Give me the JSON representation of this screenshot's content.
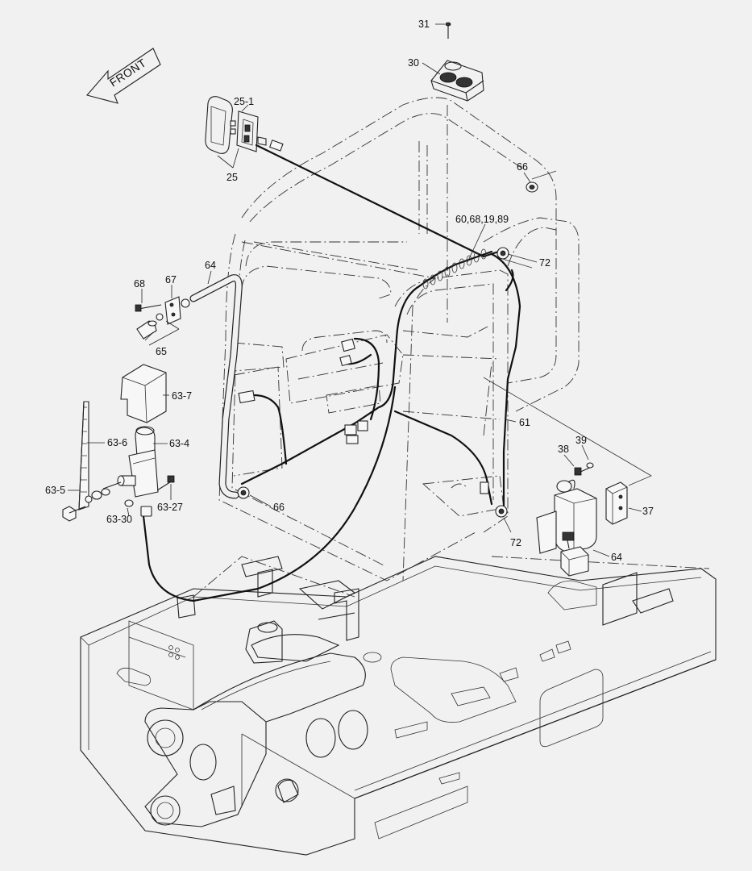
{
  "front_label": "FRONT",
  "callouts": [
    {
      "id": "c31",
      "text": "31"
    },
    {
      "id": "c30",
      "text": "30"
    },
    {
      "id": "c25-1",
      "text": "25-1"
    },
    {
      "id": "c25",
      "text": "25"
    },
    {
      "id": "c66a",
      "text": "66"
    },
    {
      "id": "c60",
      "text": "60,68,19,89"
    },
    {
      "id": "c72a",
      "text": "72"
    },
    {
      "id": "c64a",
      "text": "64"
    },
    {
      "id": "c68",
      "text": "68"
    },
    {
      "id": "c67",
      "text": "67"
    },
    {
      "id": "c65",
      "text": "65"
    },
    {
      "id": "c63-7",
      "text": "63-7"
    },
    {
      "id": "c63-6",
      "text": "63-6"
    },
    {
      "id": "c63-4",
      "text": "63-4"
    },
    {
      "id": "c63-5",
      "text": "63-5"
    },
    {
      "id": "c63-27",
      "text": "63-27"
    },
    {
      "id": "c63-30",
      "text": "63-30"
    },
    {
      "id": "c66b",
      "text": "66"
    },
    {
      "id": "c61",
      "text": "61"
    },
    {
      "id": "c38",
      "text": "38"
    },
    {
      "id": "c39",
      "text": "39"
    },
    {
      "id": "c37",
      "text": "37"
    },
    {
      "id": "c72b",
      "text": "72"
    },
    {
      "id": "c64b",
      "text": "64"
    }
  ]
}
